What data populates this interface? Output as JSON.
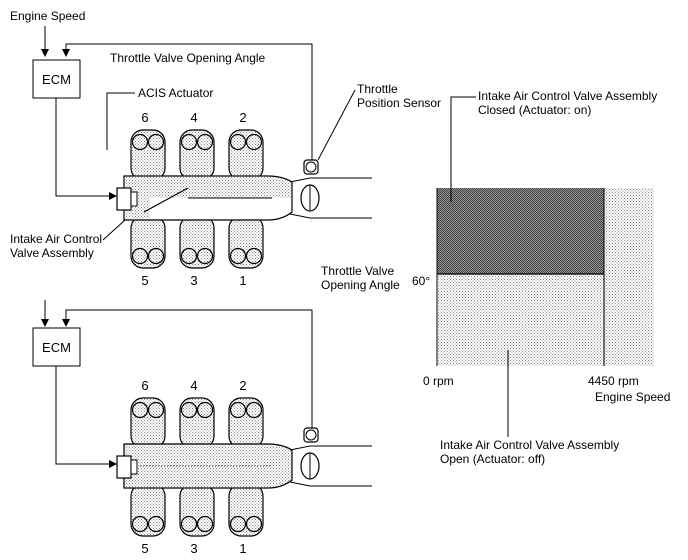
{
  "top": {
    "engine_speed": "Engine Speed",
    "throttle_angle": "Throttle Valve Opening Angle",
    "ecm": "ECM",
    "acis_actuator": "ACIS Actuator",
    "tps_line1": "Throttle",
    "tps_line2": "Position Sensor",
    "iacv_line1": "Intake Air Control",
    "iacv_line2": "Valve Assembly",
    "runners_top": [
      "6",
      "4",
      "2"
    ],
    "runners_bottom": [
      "5",
      "3",
      "1"
    ]
  },
  "bottom": {
    "ecm": "ECM",
    "runners_top": [
      "6",
      "4",
      "2"
    ],
    "runners_bottom": [
      "5",
      "3",
      "1"
    ]
  },
  "graph": {
    "closed_line1": "Intake Air Control Valve Assembly",
    "closed_line2": "Closed (Actuator: on)",
    "open_line1": "Intake Air Control Valve Assembly",
    "open_line2": "Open (Actuator: off)",
    "y_axis_line1": "Throttle Valve",
    "y_axis_line2": "Opening Angle",
    "y_tick": "60°",
    "x_tick_start": "0 rpm",
    "x_tick_end": "4450 rpm",
    "x_axis": "Engine Speed"
  },
  "colors": {
    "closed_region": "#6e6e6e",
    "open_region": "#cdcdcd",
    "plenum_fill": "#c8c8c8"
  }
}
